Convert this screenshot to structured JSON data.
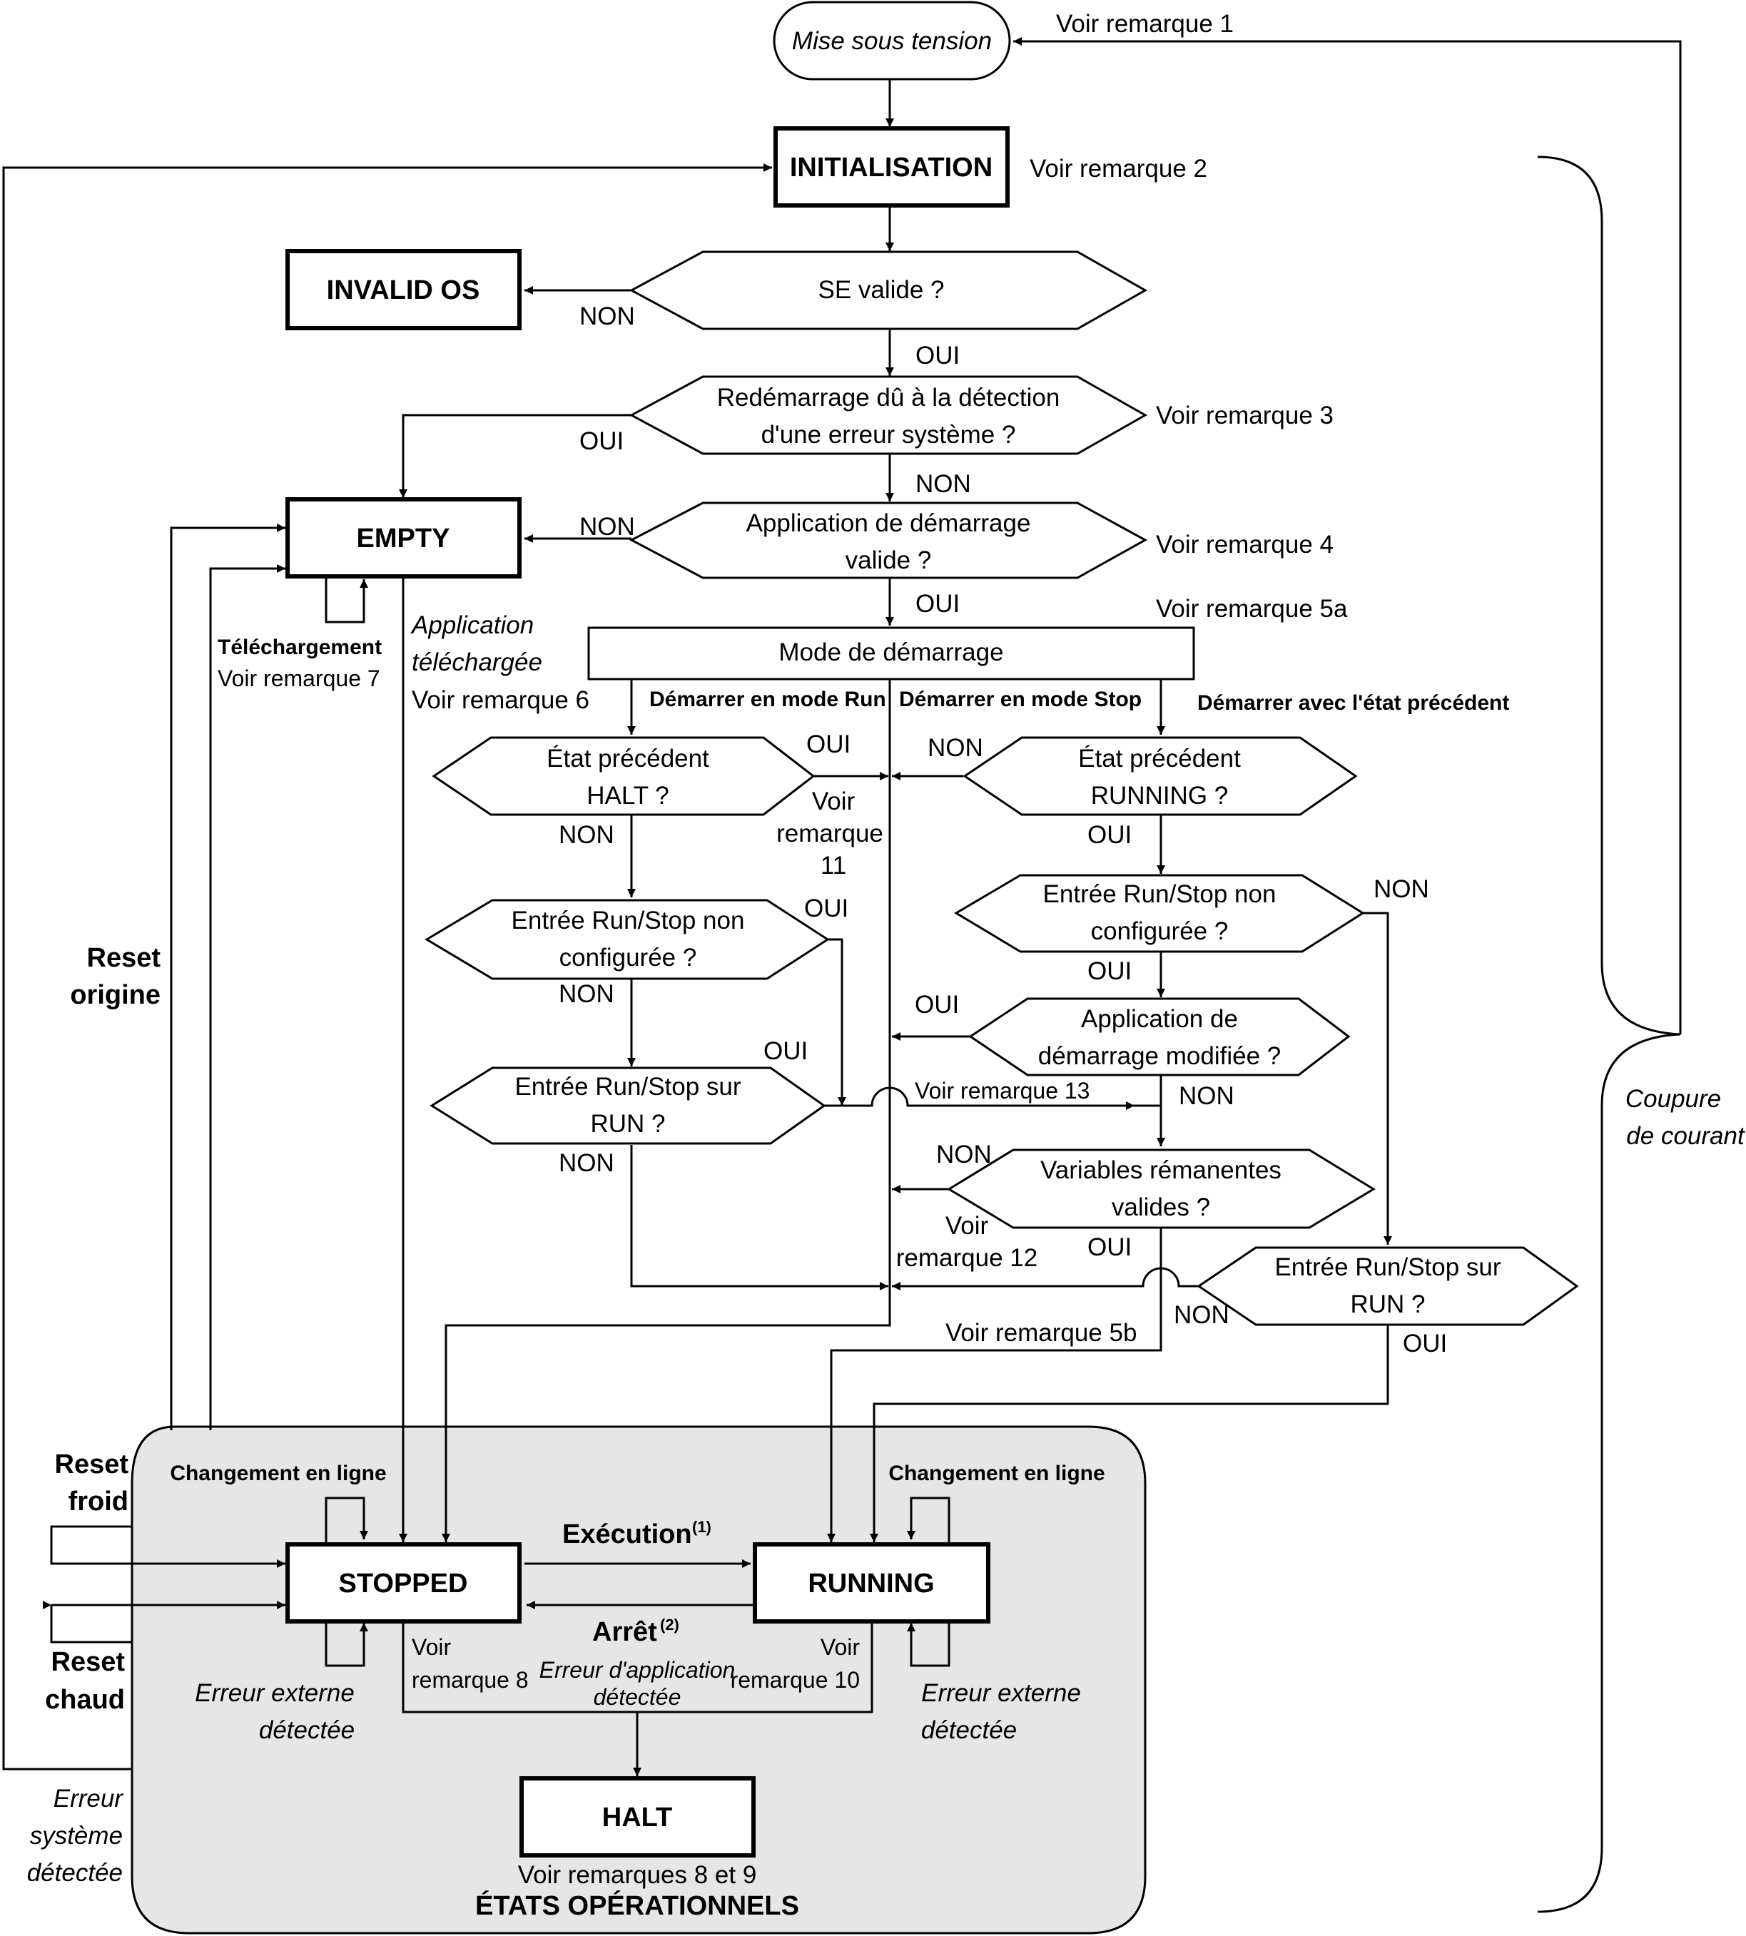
{
  "states": {
    "power_on": "Mise sous tension",
    "initialisation": "INITIALISATION",
    "invalid_os": "INVALID OS",
    "empty": "EMPTY",
    "stopped": "STOPPED",
    "running": "RUNNING",
    "halt": "HALT",
    "operational_title": "ÉTATS OPÉRATIONNELS"
  },
  "decisions": {
    "se_valid": "SE valide ?",
    "restart_error": [
      "Redémarrage dû à la détection",
      "d'une erreur système ?"
    ],
    "boot_app_valid": [
      "Application de démarrage",
      "valide ?"
    ],
    "boot_mode": "Mode de démarrage",
    "prev_halt": [
      "État précédent",
      "HALT ?"
    ],
    "prev_running": [
      "État précédent",
      "RUNNING ?"
    ],
    "runstop_not_cfg_left": [
      "Entrée Run/Stop non",
      "configurée ?"
    ],
    "runstop_not_cfg_right": [
      "Entrée Run/Stop non",
      "configurée ?"
    ],
    "runstop_on_run_left": [
      "Entrée Run/Stop sur",
      "RUN ?"
    ],
    "boot_app_modified": [
      "Application de",
      "démarrage modifiée ?"
    ],
    "retained_vars_valid": [
      "Variables rémanentes",
      "valides ?"
    ],
    "runstop_on_run_right": [
      "Entrée Run/Stop sur",
      "RUN ?"
    ]
  },
  "notes": {
    "r1": "Voir remarque 1",
    "r2": "Voir remarque 2",
    "r3": "Voir remarque 3",
    "r4": "Voir remarque 4",
    "r5a": "Voir remarque 5a",
    "r5b": "Voir remarque 5b",
    "r6": "Voir remarque 6",
    "r7": "Voir remarque 7",
    "r8": [
      "Voir",
      "remarque 8"
    ],
    "r9": "Voir remarques 8 et 9",
    "r10": [
      "Voir",
      "remarque 10"
    ],
    "r11": [
      "Voir",
      "remarque",
      "11"
    ],
    "r12": [
      "Voir",
      "remarque 12"
    ],
    "r13": "Voir remarque 13"
  },
  "answers": {
    "yes": "OUI",
    "no": "NON"
  },
  "transitions": {
    "download": "Téléchargement",
    "app_downloaded": [
      "Application",
      "téléchargée"
    ],
    "start_run": "Démarrer en mode Run",
    "start_stop": "Démarrer en mode Stop",
    "start_prev": "Démarrer avec l'état précédent",
    "reset_origin": [
      "Reset",
      "origine"
    ],
    "reset_cold": [
      "Reset",
      "froid"
    ],
    "reset_warm": [
      "Reset",
      "chaud"
    ],
    "online_change_left": "Changement en ligne",
    "online_change_right": "Changement en ligne",
    "execution": "Exécution",
    "execution_note": "(1)",
    "stop": "Arrêt",
    "stop_note": "(2)",
    "app_error": [
      "Erreur d'application",
      "détectée"
    ],
    "ext_error_left": [
      "Erreur externe",
      "détectée"
    ],
    "ext_error_right": [
      "Erreur externe",
      "détectée"
    ],
    "system_error": [
      "Erreur",
      "système",
      "détectée"
    ],
    "power_cut": [
      "Coupure",
      "de courant"
    ]
  },
  "colors": {
    "operational_fill": "#e6e6e6",
    "stroke": "#000000"
  }
}
